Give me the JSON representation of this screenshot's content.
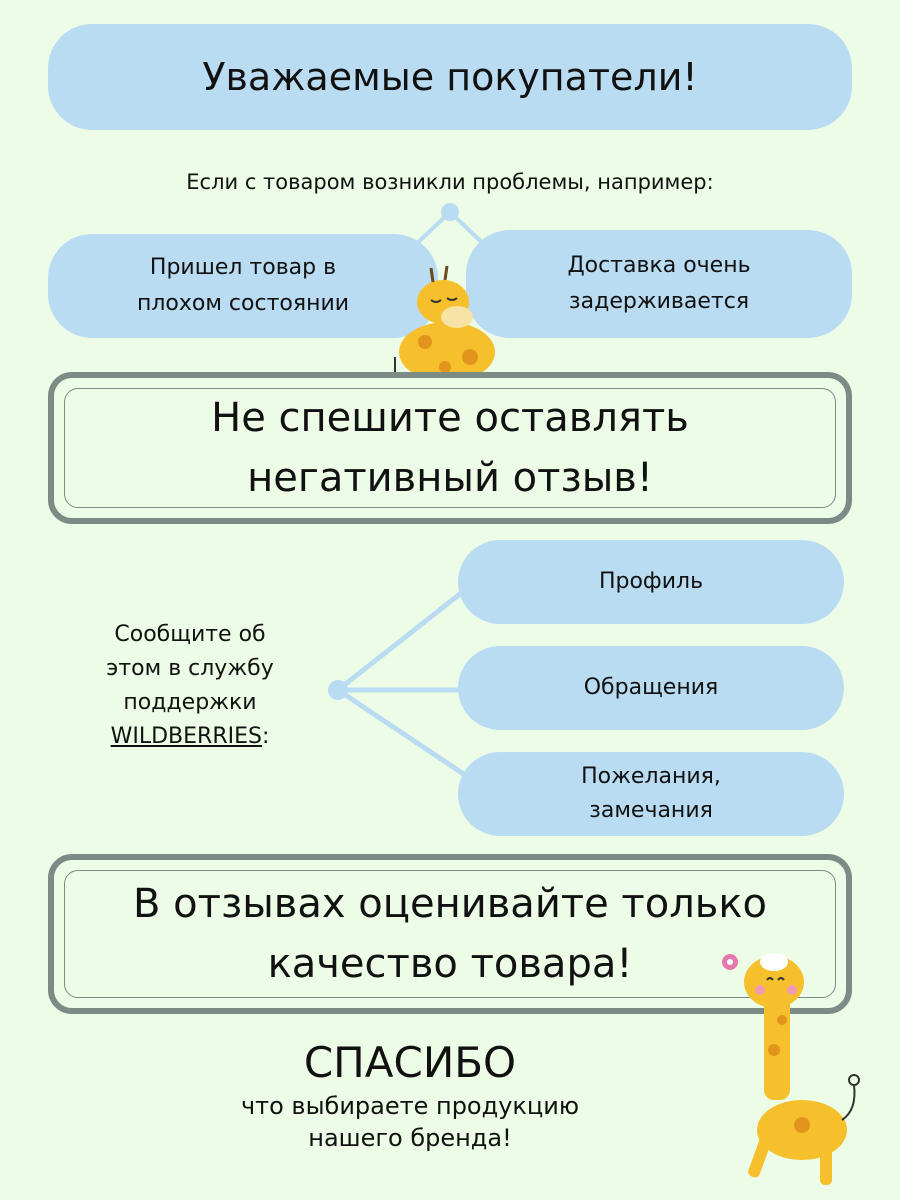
{
  "header": {
    "title": "Уважаемые покупатели!"
  },
  "intro": {
    "text": "Если с товаром возникли проблемы, например:"
  },
  "problems": [
    {
      "line1": "Пришел товар в",
      "line2": "плохом состоянии"
    },
    {
      "line1": "Доставка очень",
      "line2": "задерживается"
    }
  ],
  "warning": {
    "line1": "Не спешите оставлять",
    "line2": "негативный отзыв!"
  },
  "support": {
    "line1": "Сообщите об",
    "line2": "этом в службу",
    "line3": "поддержки",
    "brand": "WILDBERRIES",
    "colon": ":"
  },
  "support_options": [
    {
      "line1": "Профиль",
      "line2": ""
    },
    {
      "line1": "Обращения",
      "line2": ""
    },
    {
      "line1": "Пожелания,",
      "line2": "замечания"
    }
  ],
  "advice": {
    "line1": "В отзывах оценивайте только",
    "line2": "качество товара!"
  },
  "thanks": {
    "title": "СПАСИБО",
    "line1": "что выбираете продукцию",
    "line2": "нашего бренда!"
  },
  "colors": {
    "background": "#edfce6",
    "pill": "#badcf2",
    "frame": "#7d8b86",
    "giraffe": "#f5c02c"
  }
}
